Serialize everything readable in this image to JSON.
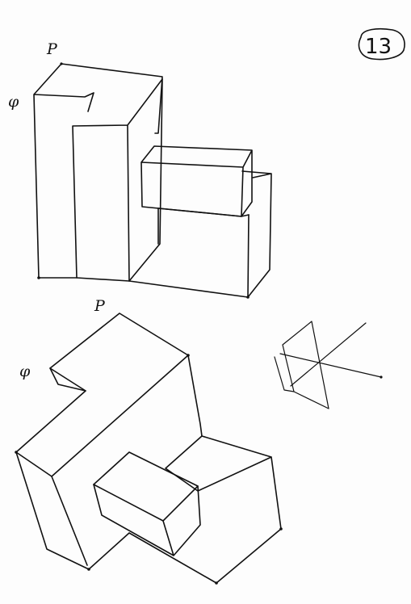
{
  "page_number": "13",
  "labels": {
    "top_p": "P",
    "top_phi": "φ",
    "bottom_p": "P",
    "bottom_phi": "φ"
  },
  "colors": {
    "paper": "#fdfdfd",
    "ink": "#111111"
  }
}
